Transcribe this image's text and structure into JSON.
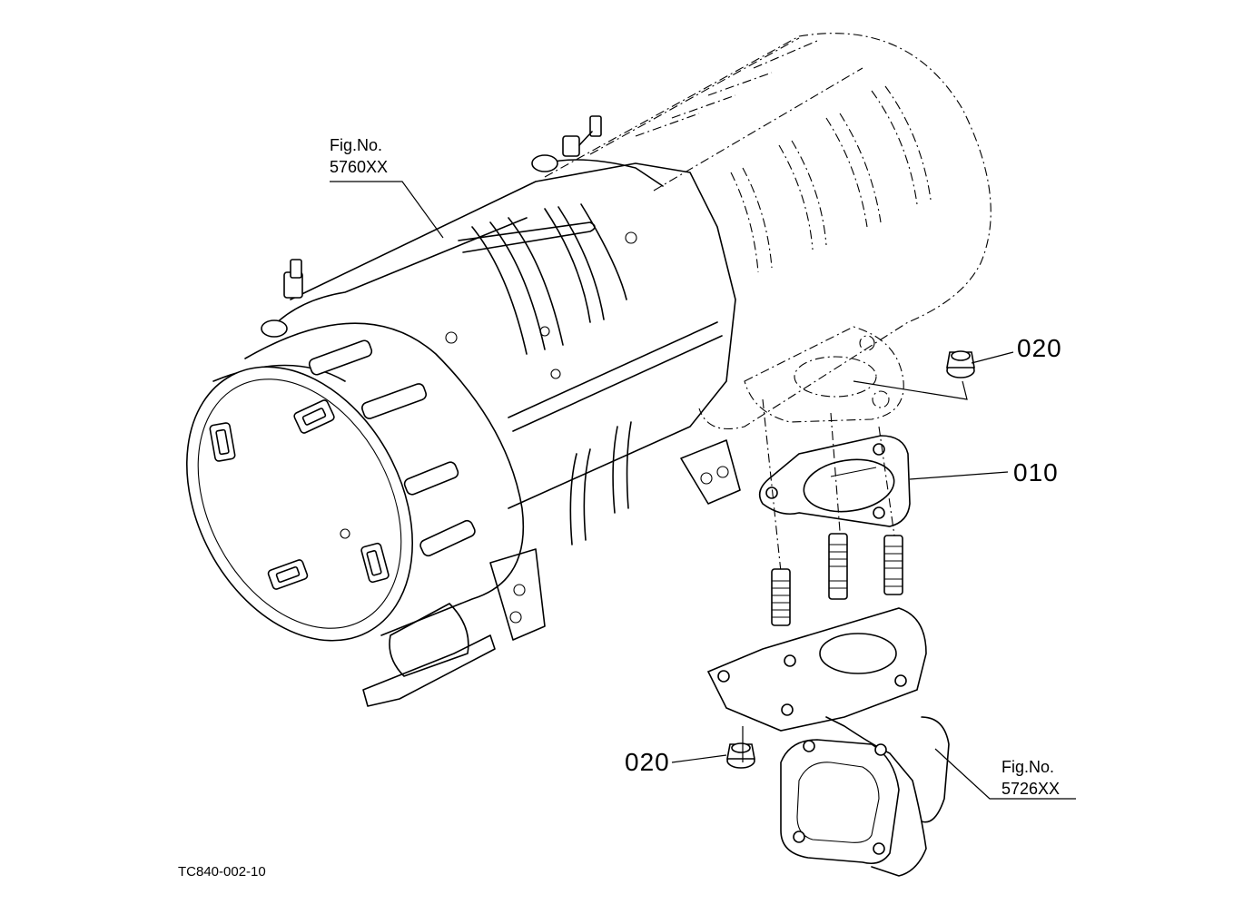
{
  "figure_refs": [
    {
      "id": "dpf",
      "line1": "Fig.No.",
      "line2": "5760XX"
    },
    {
      "id": "manifold",
      "line1": "Fig.No.",
      "line2": "5726XX"
    }
  ],
  "parts": [
    {
      "id": "nut_upper",
      "number": "020"
    },
    {
      "id": "gasket",
      "number": "010"
    },
    {
      "id": "nut_lower",
      "number": "020"
    }
  ],
  "drawing_code": "TC840-002-10",
  "colors": {
    "line": "#000000",
    "background": "#ffffff"
  }
}
